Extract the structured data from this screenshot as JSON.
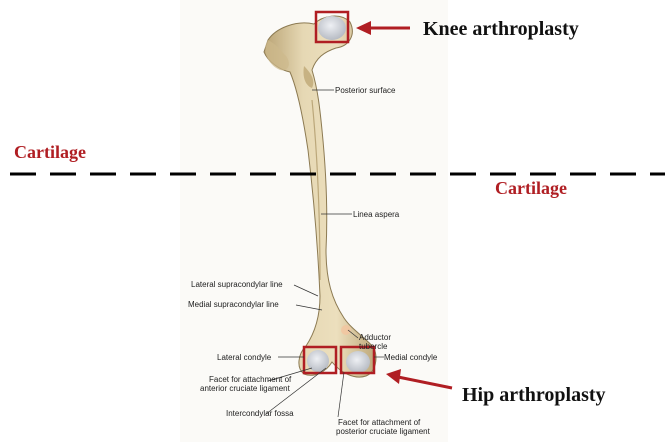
{
  "labels": {
    "knee_arthroplasty": "Knee arthroplasty",
    "hip_arthroplasty": "Hip arthroplasty",
    "cartilage_left": "Cartilage",
    "cartilage_right": "Cartilage"
  },
  "anatomy_labels": {
    "posterior_surface": "Posterior surface",
    "linea_aspera": "Linea aspera",
    "lateral_supracondylar_line": "Lateral supracondylar line",
    "medial_supracondylar_line": "Medial supracondylar line",
    "adductor_tubercle_1": "Adductor",
    "adductor_tubercle_2": "tubercle",
    "lateral_condyle": "Lateral condyle",
    "medial_condyle": "Medial condyle",
    "facet_acl_1": "Facet for attachment of",
    "facet_acl_2": "anterior cruciate ligament",
    "intercondylar_fossa": "Intercondylar fossa",
    "facet_pcl_1": "Facet for attachment of",
    "facet_pcl_2": "posterior cruciate ligament"
  },
  "colors": {
    "accent_red": "#b01e23",
    "bone": "#e2d3ad",
    "bone_shadow": "#c2ad7f",
    "cartilage": "#c9ccd2",
    "dash_line": "#000000"
  }
}
